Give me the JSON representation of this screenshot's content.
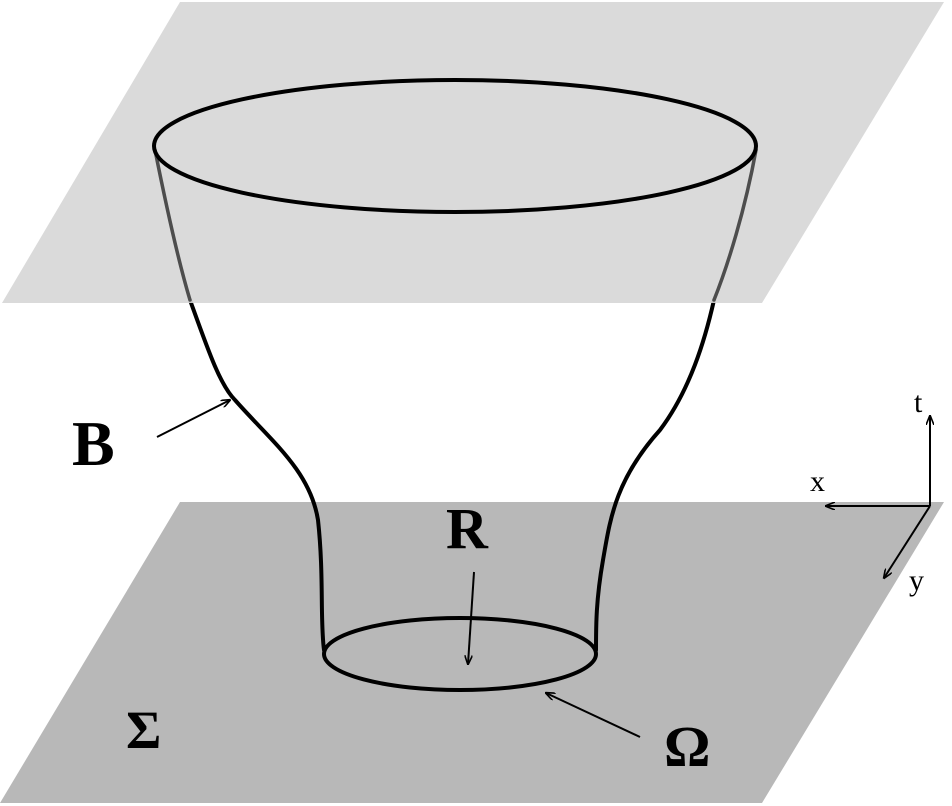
{
  "labels": {
    "boundary": "B",
    "region": "R",
    "base_set": "Ω",
    "plane": "Σ"
  },
  "axes": {
    "t": "t",
    "x": "x",
    "y": "y"
  },
  "colors": {
    "background": "#ffffff",
    "top_plane": "#d6d6d6",
    "bottom_plane": "#b8b8b8",
    "stroke": "#000000"
  }
}
